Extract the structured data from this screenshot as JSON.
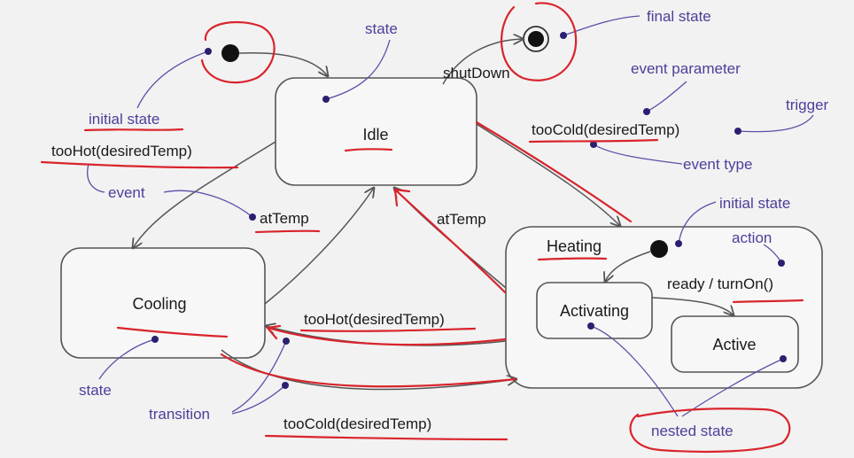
{
  "states": {
    "idle": "Idle",
    "cooling": "Cooling",
    "heating": "Heating",
    "activating": "Activating",
    "active": "Active"
  },
  "transitions": {
    "shutdown": "shutDown",
    "too_cold_top": "tooCold(desiredTemp)",
    "too_hot_left": "tooHot(desiredTemp)",
    "at_temp_left": "atTemp",
    "at_temp_right": "atTemp",
    "too_hot_bottom": "tooHot(desiredTemp)",
    "too_cold_bottom": "tooCold(desiredTemp)",
    "ready_turnon": "ready / turnOn()"
  },
  "annotations": {
    "initial_state_top": "initial state",
    "state_top": "state",
    "final_state": "final state",
    "event_parameter": "event parameter",
    "trigger": "trigger",
    "event_type": "event type",
    "event": "event",
    "initial_state_right": "initial state",
    "action": "action",
    "state_bottom": "state",
    "transition": "transition",
    "nested_state": "nested state"
  },
  "colors": {
    "annotation": "#4b3f9a",
    "highlight": "#d9242c",
    "background": "#f2f2f2"
  }
}
